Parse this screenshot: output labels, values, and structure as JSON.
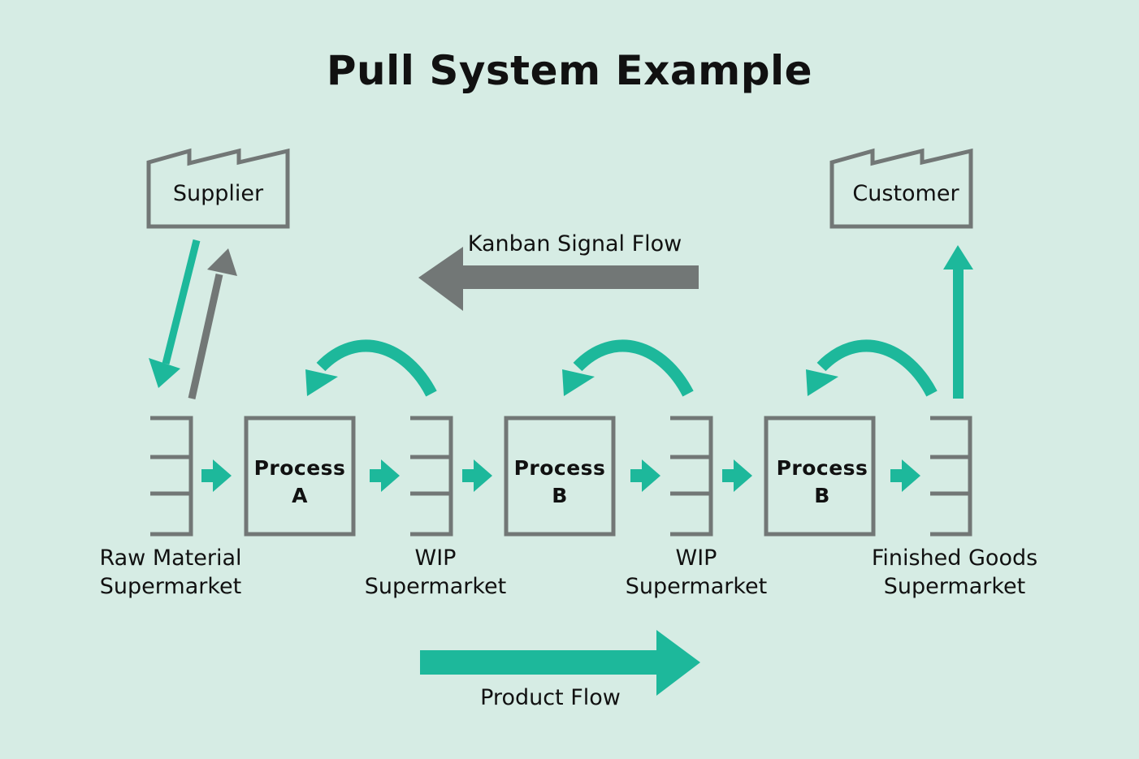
{
  "title": "Pull System Example",
  "nodes": {
    "supplier": "Supplier",
    "customer": "Customer",
    "process_1": {
      "line1": "Process",
      "line2": "A"
    },
    "process_2": {
      "line1": "Process",
      "line2": "B"
    },
    "process_3": {
      "line1": "Process",
      "line2": "B"
    }
  },
  "supermarkets": [
    {
      "line1": "Raw Material",
      "line2": "Supermarket"
    },
    {
      "line1": "WIP",
      "line2": "Supermarket"
    },
    {
      "line1": "WIP",
      "line2": "Supermarket"
    },
    {
      "line1": "Finished Goods",
      "line2": "Supermarket"
    }
  ],
  "flows": {
    "kanban": "Kanban Signal Flow",
    "product": "Product Flow"
  },
  "colors": {
    "background": "#d6ece4",
    "teal": "#1db89b",
    "gray": "#727776",
    "text": "#111111"
  }
}
